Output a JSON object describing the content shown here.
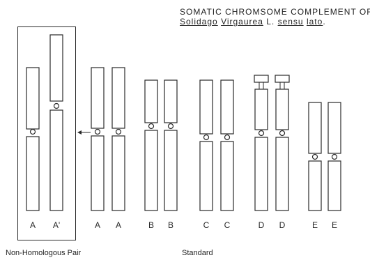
{
  "title": {
    "line1": "SOMATIC CHROMSOME COMPLEMENT OF",
    "line2_parts": [
      {
        "text": "Solidago",
        "underline": true
      },
      {
        "text": " ",
        "underline": false
      },
      {
        "text": "Virgaurea",
        "underline": true
      },
      {
        "text": " L. ",
        "underline": false
      },
      {
        "text": "sensu",
        "underline": true
      },
      {
        "text": " ",
        "underline": false
      },
      {
        "text": "lato",
        "underline": true
      },
      {
        "text": ".",
        "underline": false
      }
    ]
  },
  "chromosomes": [
    {
      "label": "A",
      "group": "non-homologous"
    },
    {
      "label": "A'",
      "group": "non-homologous"
    },
    {
      "label": "A",
      "group": "standard"
    },
    {
      "label": "A",
      "group": "standard"
    },
    {
      "label": "B",
      "group": "standard"
    },
    {
      "label": "B",
      "group": "standard"
    },
    {
      "label": "C",
      "group": "standard"
    },
    {
      "label": "C",
      "group": "standard"
    },
    {
      "label": "D",
      "group": "standard",
      "satellite": true
    },
    {
      "label": "D",
      "group": "standard",
      "satellite": true
    },
    {
      "label": "E",
      "group": "standard"
    },
    {
      "label": "E",
      "group": "standard"
    }
  ],
  "captions": {
    "left": "Non-Homologous Pair",
    "right": "Standard"
  },
  "colors": {
    "ink": "#2a2a2a",
    "background": "#ffffff"
  }
}
